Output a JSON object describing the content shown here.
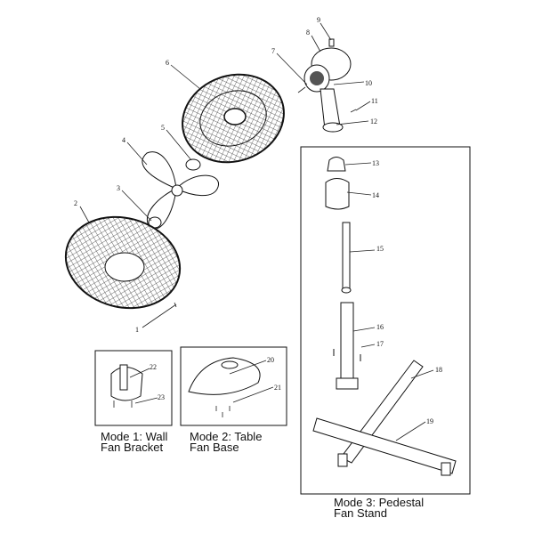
{
  "parts": [
    {
      "num": "1"
    },
    {
      "num": "2"
    },
    {
      "num": "3"
    },
    {
      "num": "4"
    },
    {
      "num": "5"
    },
    {
      "num": "6"
    },
    {
      "num": "7"
    },
    {
      "num": "8"
    },
    {
      "num": "9"
    },
    {
      "num": "10"
    },
    {
      "num": "11"
    },
    {
      "num": "12"
    },
    {
      "num": "13"
    },
    {
      "num": "14"
    },
    {
      "num": "15"
    },
    {
      "num": "16"
    },
    {
      "num": "17"
    },
    {
      "num": "18"
    },
    {
      "num": "19"
    },
    {
      "num": "20"
    },
    {
      "num": "21"
    },
    {
      "num": "22"
    },
    {
      "num": "23"
    }
  ],
  "modes": [
    {
      "line1": "Mode 1: Wall",
      "line2": "Fan Bracket"
    },
    {
      "line1": "Mode 2: Table",
      "line2": "Fan Base"
    },
    {
      "line1": "Mode 3: Pedestal",
      "line2": "Fan Stand"
    }
  ]
}
